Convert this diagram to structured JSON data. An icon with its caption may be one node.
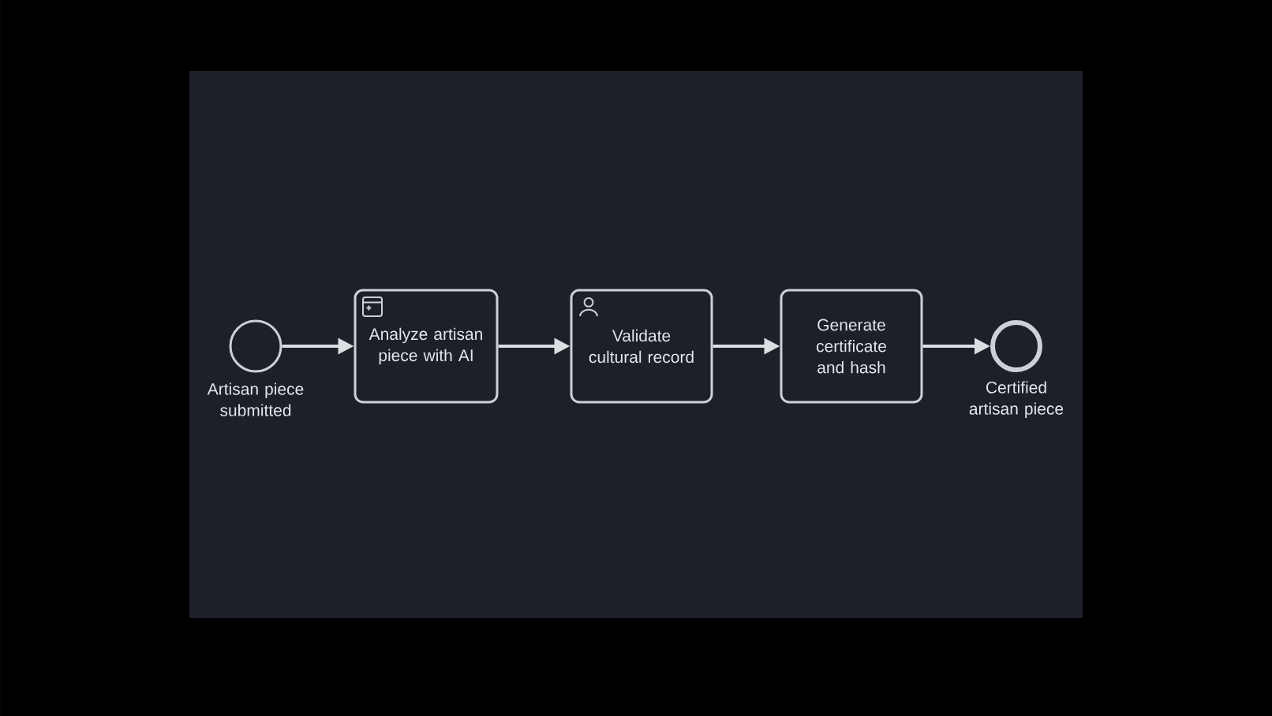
{
  "diagram": {
    "nodes": [
      {
        "text": [
          "Artisan piece submitted"
        ]
      },
      {
        "text": [
          "Analyze artisan piece with AI"
        ]
      },
      {
        "text": [
          "Validate cultural record"
        ]
      },
      {
        "text": [
          "Generate certificate and hash"
        ]
      },
      {
        "text": [
          "Certified artisan piece"
        ]
      }
    ],
    "edges": [
      {
        "from": 0,
        "to": 1,
        "arrow": "to"
      },
      {
        "from": 1,
        "to": 2,
        "arrow": "to"
      },
      {
        "from": 2,
        "to": 3,
        "arrow": "to"
      },
      {
        "from": 3,
        "to": 4,
        "arrow": "to"
      }
    ]
  }
}
